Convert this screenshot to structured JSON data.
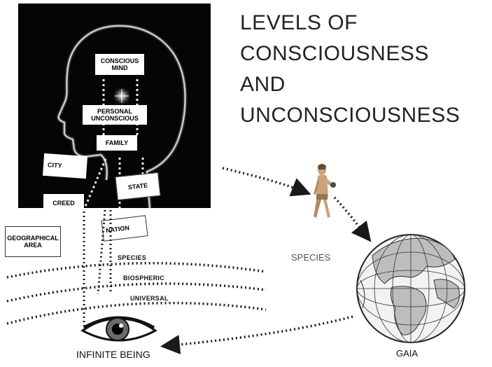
{
  "title": {
    "lines": [
      "LEVELS OF",
      "CONSCIOUSNESS",
      "AND",
      "UNCONSCIOUSNESS"
    ]
  },
  "head_labels": {
    "conscious_mind": "CONSCIOUS\nMIND",
    "personal_unconscious": "PERSONAL\nUNCONSCIOUS",
    "family": "FAMILY",
    "city": "CITY",
    "state": "STATE",
    "creed": "CREED",
    "geographical_area": "GEOGRAPHICAL\nAREA",
    "nation": "NATION"
  },
  "rings": {
    "species": "SPECIES",
    "biospheric": "BIOSPHERIC",
    "universal": "UNIVERSAL"
  },
  "captions": {
    "species": "SPECIES",
    "gaia": "GAIA",
    "infinite_being": "INFINITE BEING"
  },
  "colors": {
    "panel": "#050505",
    "dots": "#1a1a1a",
    "globe_land": "#bdbdbd",
    "globe_sea": "#f2f2f2"
  },
  "icons": [
    "head-silhouette-icon",
    "human-figure-icon",
    "globe-icon",
    "eye-icon"
  ]
}
